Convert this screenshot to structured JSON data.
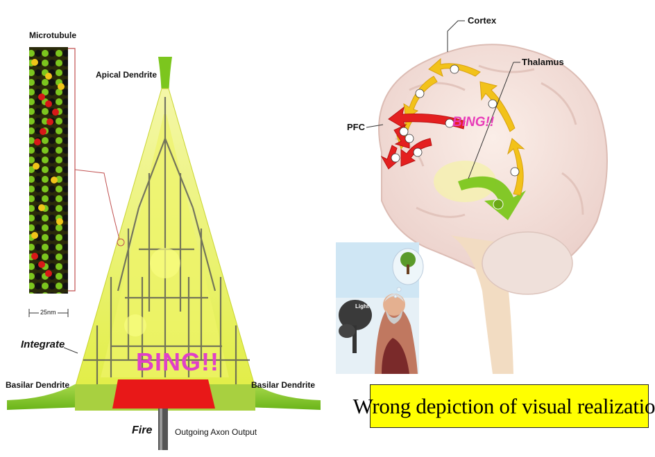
{
  "neuron": {
    "microtubule_label": "Microtubule",
    "apical_label": "Apical Dendrite",
    "scale_label": "25nm",
    "integrate_label": "Integrate",
    "basilar_left_label": "Basilar Dendrite",
    "basilar_right_label": "Basilar Dendrite",
    "bing_label": "BING!!",
    "fire_label": "Fire",
    "axon_label": "Outgoing Axon Output"
  },
  "brain": {
    "cortex_label": "Cortex",
    "thalamus_label": "Thalamus",
    "pfc_label": "PFC",
    "bing_label": "BING!!",
    "inset_light_label": "Light"
  },
  "caption": {
    "text": "Wrong depiction of visual realization"
  },
  "colors": {
    "neuron_yellow": "#e8f060",
    "dendrite_green": "#7cc61e",
    "fire_red": "#e81818",
    "bing_pink": "#e040c8",
    "caption_bg": "#ffff00",
    "arrow_yellow": "#f2c21a",
    "arrow_red": "#e42020",
    "arrow_green": "#7cc61e"
  }
}
